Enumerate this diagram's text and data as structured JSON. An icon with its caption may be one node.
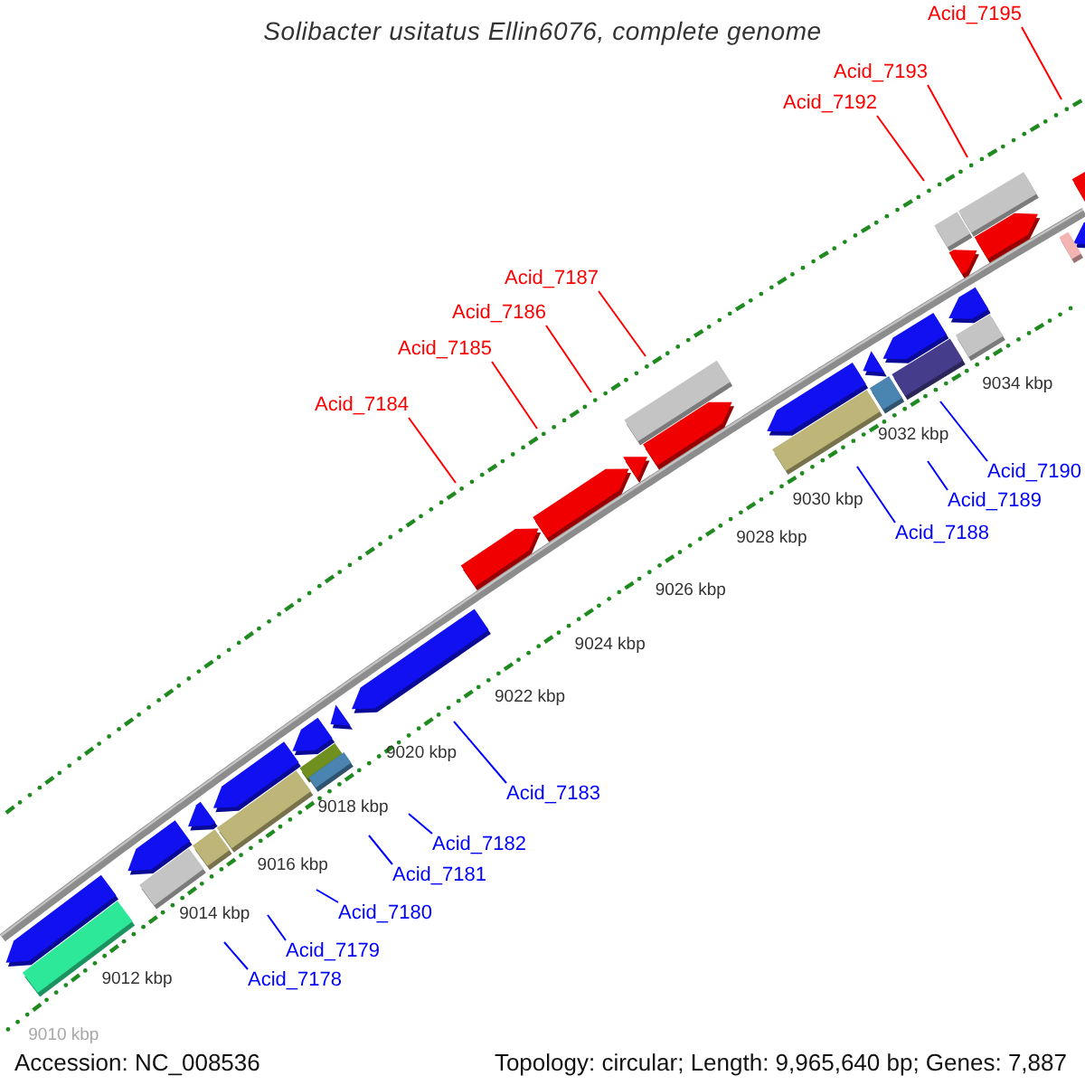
{
  "diagram": {
    "title": "Solibacter usitatus Ellin6076, complete genome",
    "nodes": [
      {
        "text": [
          "Acid_7195"
        ]
      },
      {
        "text": [
          "Acid_7193"
        ]
      },
      {
        "text": [
          "Acid_7192"
        ]
      },
      {
        "text": [
          "Acid_7187"
        ]
      },
      {
        "text": [
          "Acid_7186"
        ]
      },
      {
        "text": [
          "Acid_7185"
        ]
      },
      {
        "text": [
          "Acid_7184"
        ]
      },
      {
        "text": [
          "Acid_7190"
        ]
      },
      {
        "text": [
          "Acid_7189"
        ]
      },
      {
        "text": [
          "Acid_7188"
        ]
      },
      {
        "text": [
          "Acid_7183"
        ]
      },
      {
        "text": [
          "Acid_7182"
        ]
      },
      {
        "text": [
          "Acid_7181"
        ]
      },
      {
        "text": [
          "Acid_7180"
        ]
      },
      {
        "text": [
          "Acid_7179"
        ]
      },
      {
        "text": [
          "Acid_7178"
        ]
      }
    ],
    "edges": [
      {
        "from": 0,
        "to": null,
        "arrow": "none",
        "color": "#ff0000"
      },
      {
        "from": 1,
        "to": null,
        "arrow": "none",
        "color": "#ff0000"
      },
      {
        "from": 2,
        "to": null,
        "arrow": "none",
        "color": "#ff0000"
      },
      {
        "from": 3,
        "to": null,
        "arrow": "none",
        "color": "#ff0000"
      },
      {
        "from": 4,
        "to": null,
        "arrow": "none",
        "color": "#ff0000"
      },
      {
        "from": 5,
        "to": null,
        "arrow": "none",
        "color": "#ff0000"
      },
      {
        "from": 6,
        "to": null,
        "arrow": "none",
        "color": "#ff0000"
      },
      {
        "from": 7,
        "to": null,
        "arrow": "none"
      },
      {
        "from": 8,
        "to": null,
        "arrow": "none"
      },
      {
        "from": 9,
        "to": null,
        "arrow": "none"
      },
      {
        "from": 10,
        "to": null,
        "arrow": "none"
      },
      {
        "from": 11,
        "to": null,
        "arrow": "none"
      },
      {
        "from": 12,
        "to": null,
        "arrow": "none"
      },
      {
        "from": 13,
        "to": null,
        "arrow": "none"
      },
      {
        "from": 14,
        "to": null,
        "arrow": "none"
      },
      {
        "from": 15,
        "to": null,
        "arrow": "none"
      }
    ],
    "labels": [
      "9010 kbp",
      "9012 kbp",
      "9014 kbp",
      "9016 kbp",
      "9018 kbp",
      "9020 kbp",
      "9022 kbp",
      "9024 kbp",
      "9026 kbp",
      "9028 kbp",
      "9030 kbp",
      "9032 kbp",
      "9034 kbp",
      "Accession: NC_008536",
      "Topology: circular; Length: 9,965,640 bp; Genes: 7,887"
    ]
  }
}
